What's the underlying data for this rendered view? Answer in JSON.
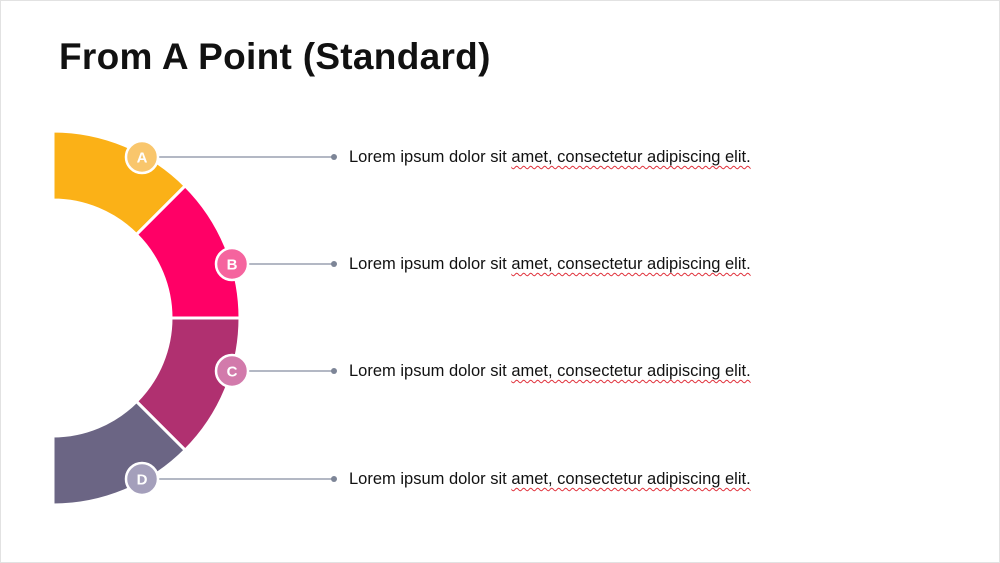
{
  "title": "From A Point (Standard)",
  "segments": [
    {
      "label": "A",
      "color": "#FBB117",
      "badge_color": "#F9C66C",
      "text_start": "Lorem ipsum dolor sit ",
      "text_flagged": "amet, consectetur adipiscing elit."
    },
    {
      "label": "B",
      "color": "#FF0066",
      "badge_color": "#F5649E",
      "text_start": "Lorem ipsum dolor sit ",
      "text_flagged": "amet, consectetur adipiscing elit."
    },
    {
      "label": "C",
      "color": "#B03070",
      "badge_color": "#D27AAB",
      "text_start": "Lorem ipsum dolor sit ",
      "text_flagged": "amet, consectetur adipiscing elit."
    },
    {
      "label": "D",
      "color": "#6B6584",
      "badge_color": "#A49FBB",
      "text_start": "Lorem ipsum dolor sit ",
      "text_flagged": "amet, consectetur adipiscing elit."
    }
  ],
  "connector_color": "#9AA1B0"
}
